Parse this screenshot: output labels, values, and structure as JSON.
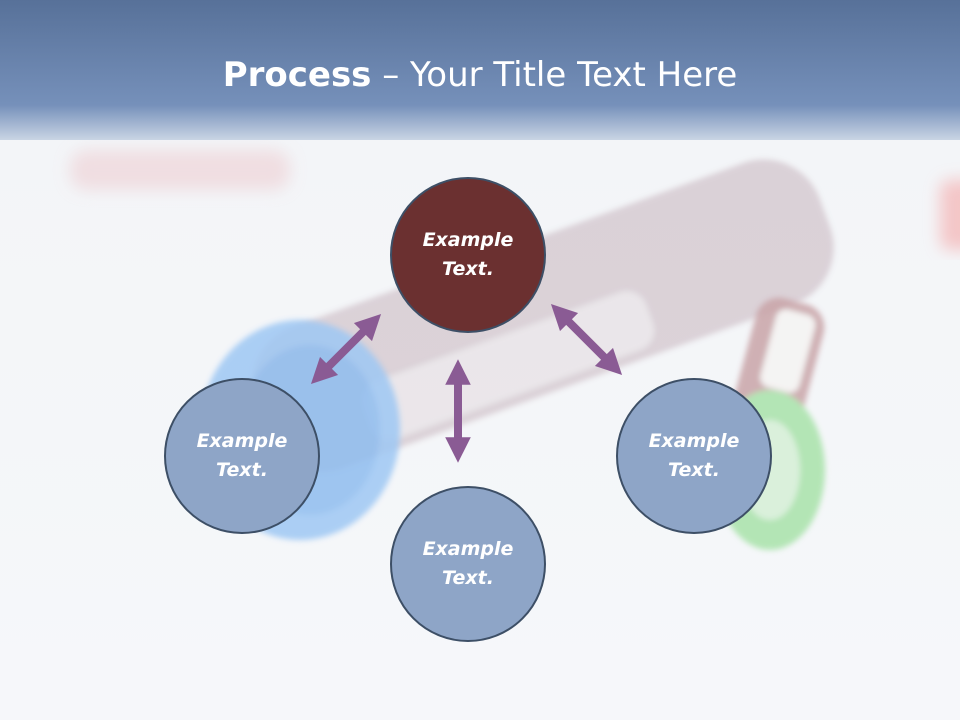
{
  "slide": {
    "title_bold": "Process",
    "title_rest": " – Your Title Text Here"
  },
  "nodes": {
    "top": {
      "label": "Example Text."
    },
    "left": {
      "label": "Example Text."
    },
    "bottom": {
      "label": "Example Text."
    },
    "right": {
      "label": "Example Text."
    }
  },
  "colors": {
    "top_circle": "#6b3030",
    "side_circle": "#8ea5c7",
    "circle_border": "#3d4f66",
    "arrow": "#8a5b94",
    "title_band": "#5e7aa5"
  }
}
